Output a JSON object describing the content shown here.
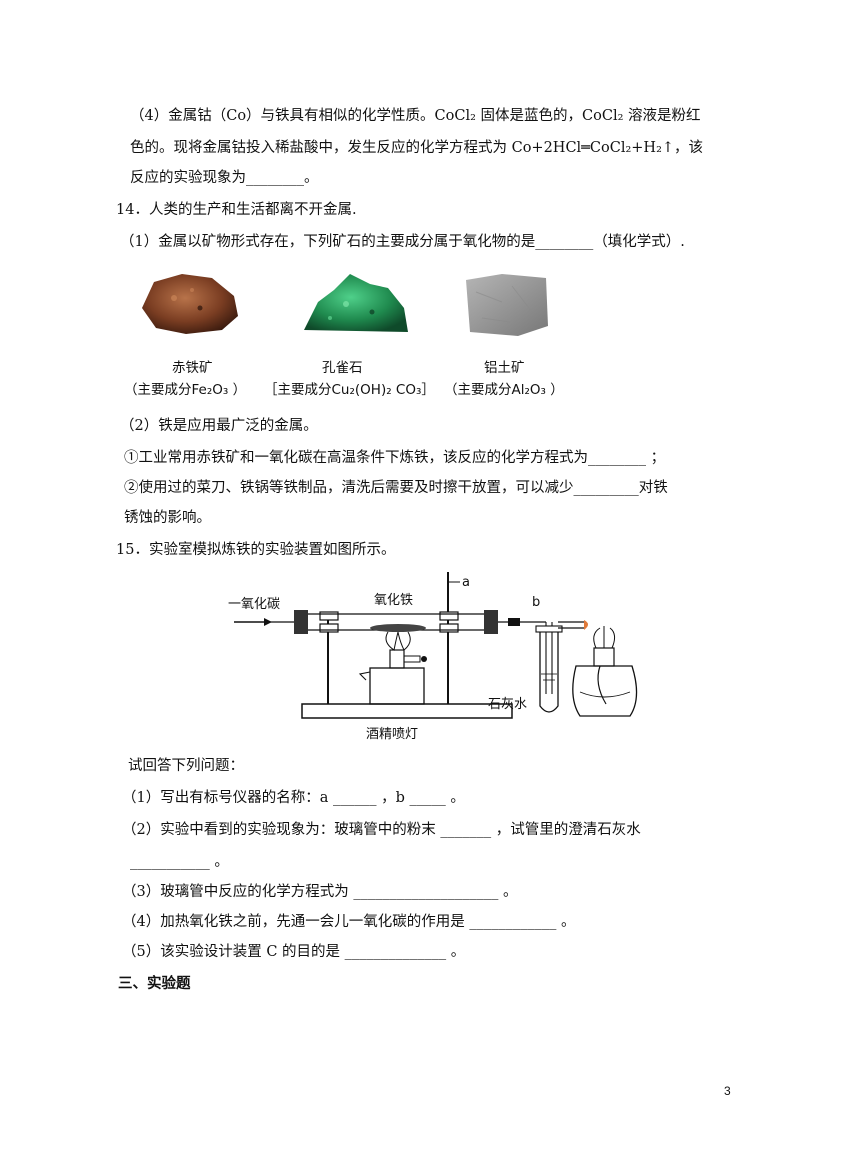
{
  "q13_part4": {
    "line1": "（4）金属钴（Co）与铁具有相似的化学性质。CoCl₂ 固体是蓝色的，CoCl₂ 溶液是粉红",
    "line2": "色的。现将金属钴投入稀盐酸中，发生反应的化学方程式为 Co+2HCl═CoCl₂+H₂↑，该",
    "line3": "反应的实验现象为________。"
  },
  "q14": {
    "title": "14．人类的生产和生活都离不开金属.",
    "part1": "（1）金属以矿物形式存在，下列矿石的主要成分属于氧化物的是________（填化学式）.",
    "minerals": [
      {
        "name": "赤铁矿",
        "formula": "（主要成分Fe₂O₃ ）",
        "color": "#8b4a2b",
        "icon": "hematite-ore-image"
      },
      {
        "name": "孔雀石",
        "formula": "［主要成分Cu₂(OH)₂ CO₃］",
        "color": "#2e9e5a",
        "icon": "malachite-ore-image"
      },
      {
        "name": "铝土矿",
        "formula": "（主要成分Al₂O₃ ）",
        "color": "#9a9a9a",
        "icon": "bauxite-ore-image"
      }
    ],
    "part2": "（2）铁是应用最广泛的金属。",
    "part2_1": "①工业常用赤铁矿和一氧化碳在高温条件下炼铁，该反应的化学方程式为________ ；",
    "part2_2a": "②使用过的菜刀、铁锅等铁制品，清洗后需要及时擦干放置，可以减少_________对铁",
    "part2_2b": "锈蚀的影响。"
  },
  "q15": {
    "title": "15．实验室模拟炼铁的实验装置如图所示。",
    "diagram_labels": {
      "co": "一氧化碳",
      "iron_oxide": "氧化铁",
      "a": "a",
      "b": "b",
      "limewater": "石灰水",
      "lamp": "酒精喷灯"
    },
    "prompt": "试回答下列问题：",
    "q1": "（1）写出有标号仪器的名称：a ______ ，b _____ 。",
    "q2a": "（2）实验中看到的实验现象为：玻璃管中的粉末 _______ ，试管里的澄清石灰水",
    "q2b": "___________ 。",
    "q3": "（3）玻璃管中反应的化学方程式为 ____________________ 。",
    "q4": "（4）加热氧化铁之前，先通一会儿一氧化碳的作用是 ____________ 。",
    "q5": "（5）该实验设计装置 C 的目的是 ______________ 。"
  },
  "section3": "三、实验题",
  "page_number": "3"
}
